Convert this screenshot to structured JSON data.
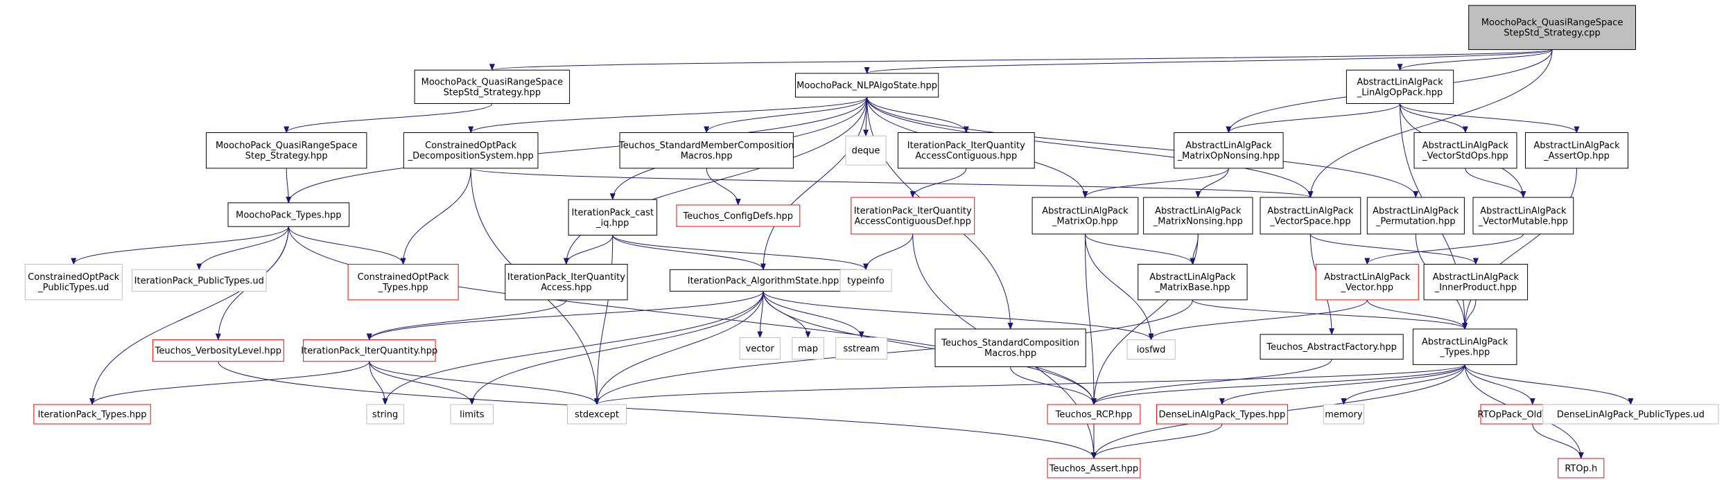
{
  "colors": {
    "edge": "#191970",
    "border_normal": "#000000",
    "border_missing": "#bfbfbf",
    "border_truncated": "#ff0000",
    "fill_root": "#bfbfbf",
    "fill_node": "#ffffff"
  },
  "nodes": [
    {
      "id": "root",
      "kind": "root",
      "lines": [
        "MoochoPack_QuasiRangeSpace",
        "StepStd_Strategy.cpp"
      ]
    },
    {
      "id": "qrs_std_hpp",
      "kind": "normal",
      "lines": [
        "MoochoPack_QuasiRangeSpace",
        "StepStd_Strategy.hpp"
      ]
    },
    {
      "id": "nlpalgostate",
      "kind": "normal",
      "lines": [
        "MoochoPack_NLPAlgoState.hpp"
      ]
    },
    {
      "id": "alg_linalgop",
      "kind": "normal",
      "lines": [
        "AbstractLinAlgPack",
        "_LinAlgOpPack.hpp"
      ]
    },
    {
      "id": "qrs_hpp",
      "kind": "normal",
      "lines": [
        "MoochoPack_QuasiRangeSpace",
        "Step_Strategy.hpp"
      ]
    },
    {
      "id": "copt_decomp",
      "kind": "normal",
      "lines": [
        "ConstrainedOptPack",
        "_DecompositionSystem.hpp"
      ]
    },
    {
      "id": "teuchos_smc",
      "kind": "normal",
      "lines": [
        "Teuchos_StandardMemberComposition",
        "Macros.hpp"
      ]
    },
    {
      "id": "deque",
      "kind": "missing",
      "lines": [
        "deque"
      ]
    },
    {
      "id": "ip_iq_ac",
      "kind": "normal",
      "lines": [
        "IterationPack_IterQuantity",
        "AccessContiguous.hpp"
      ]
    },
    {
      "id": "alg_matopnons",
      "kind": "normal",
      "lines": [
        "AbstractLinAlgPack",
        "_MatrixOpNonsing.hpp"
      ]
    },
    {
      "id": "alg_vecstdops",
      "kind": "normal",
      "lines": [
        "AbstractLinAlgPack",
        "_VectorStdOps.hpp"
      ]
    },
    {
      "id": "alg_assertop",
      "kind": "normal",
      "lines": [
        "AbstractLinAlgPack",
        "_AssertOp.hpp"
      ]
    },
    {
      "id": "moocho_types",
      "kind": "normal",
      "lines": [
        "MoochoPack_Types.hpp"
      ]
    },
    {
      "id": "ip_cast",
      "kind": "normal",
      "lines": [
        "IterationPack_cast",
        "_iq.hpp"
      ]
    },
    {
      "id": "teuchos_configdefs",
      "kind": "truncated",
      "lines": [
        "Teuchos_ConfigDefs.hpp"
      ]
    },
    {
      "id": "ip_iq_acdef",
      "kind": "truncated",
      "lines": [
        "IterationPack_IterQuantity",
        "AccessContiguousDef.hpp"
      ]
    },
    {
      "id": "alg_matop",
      "kind": "normal",
      "lines": [
        "AbstractLinAlgPack",
        "_MatrixOp.hpp"
      ]
    },
    {
      "id": "alg_matnons",
      "kind": "normal",
      "lines": [
        "AbstractLinAlgPack",
        "_MatrixNonsing.hpp"
      ]
    },
    {
      "id": "alg_vecspace",
      "kind": "normal",
      "lines": [
        "AbstractLinAlgPack",
        "_VectorSpace.hpp"
      ]
    },
    {
      "id": "alg_perm",
      "kind": "normal",
      "lines": [
        "AbstractLinAlgPack",
        "_Permutation.hpp"
      ]
    },
    {
      "id": "alg_vecmut",
      "kind": "normal",
      "lines": [
        "AbstractLinAlgPack",
        "_VectorMutable.hpp"
      ]
    },
    {
      "id": "copt_pubtypes",
      "kind": "missing",
      "lines": [
        "ConstrainedOptPack",
        "_PublicTypes.ud"
      ]
    },
    {
      "id": "ip_pubtypes",
      "kind": "missing",
      "lines": [
        "IterationPack_PublicTypes.ud"
      ]
    },
    {
      "id": "copt_types",
      "kind": "truncated",
      "lines": [
        "ConstrainedOptPack",
        "_Types.hpp"
      ]
    },
    {
      "id": "ip_iqaccess",
      "kind": "normal",
      "lines": [
        "IterationPack_IterQuantity",
        "Access.hpp"
      ]
    },
    {
      "id": "ip_algstate",
      "kind": "normal",
      "lines": [
        "IterationPack_AlgorithmState.hpp"
      ]
    },
    {
      "id": "typeinfo",
      "kind": "missing",
      "lines": [
        "typeinfo"
      ]
    },
    {
      "id": "alg_matbase",
      "kind": "normal",
      "lines": [
        "AbstractLinAlgPack",
        "_MatrixBase.hpp"
      ]
    },
    {
      "id": "alg_vector",
      "kind": "truncated",
      "lines": [
        "AbstractLinAlgPack",
        "_Vector.hpp"
      ]
    },
    {
      "id": "alg_innerprod",
      "kind": "normal",
      "lines": [
        "AbstractLinAlgPack",
        "_InnerProduct.hpp"
      ]
    },
    {
      "id": "teuchos_verb",
      "kind": "truncated",
      "lines": [
        "Teuchos_VerbosityLevel.hpp"
      ]
    },
    {
      "id": "ip_iterquantity",
      "kind": "truncated",
      "lines": [
        "IterationPack_IterQuantity.hpp"
      ]
    },
    {
      "id": "vector",
      "kind": "missing",
      "lines": [
        "vector"
      ]
    },
    {
      "id": "map",
      "kind": "missing",
      "lines": [
        "map"
      ]
    },
    {
      "id": "sstream",
      "kind": "missing",
      "lines": [
        "sstream"
      ]
    },
    {
      "id": "teuchos_scm",
      "kind": "normal",
      "lines": [
        "Teuchos_StandardComposition",
        "Macros.hpp"
      ]
    },
    {
      "id": "iosfwd",
      "kind": "missing",
      "lines": [
        "iosfwd"
      ]
    },
    {
      "id": "teuchos_absfact",
      "kind": "normal",
      "lines": [
        "Teuchos_AbstractFactory.hpp"
      ]
    },
    {
      "id": "alg_types",
      "kind": "normal",
      "lines": [
        "AbstractLinAlgPack",
        "_Types.hpp"
      ]
    },
    {
      "id": "ip_types",
      "kind": "truncated",
      "lines": [
        "IterationPack_Types.hpp"
      ]
    },
    {
      "id": "string",
      "kind": "missing",
      "lines": [
        "string"
      ]
    },
    {
      "id": "limits",
      "kind": "missing",
      "lines": [
        "limits"
      ]
    },
    {
      "id": "stdexcept",
      "kind": "missing",
      "lines": [
        "stdexcept"
      ]
    },
    {
      "id": "teuchos_rcp",
      "kind": "truncated",
      "lines": [
        "Teuchos_RCP.hpp"
      ]
    },
    {
      "id": "dense_types",
      "kind": "truncated",
      "lines": [
        "DenseLinAlgPack_Types.hpp"
      ]
    },
    {
      "id": "memory",
      "kind": "missing",
      "lines": [
        "memory"
      ]
    },
    {
      "id": "rtop_oldtypes",
      "kind": "truncated",
      "lines": [
        "RTOpPack_OldTypes.hpp"
      ]
    },
    {
      "id": "dense_pubtypes",
      "kind": "missing",
      "lines": [
        "DenseLinAlgPack_PublicTypes.ud"
      ]
    },
    {
      "id": "teuchos_assert",
      "kind": "truncated",
      "lines": [
        "Teuchos_Assert.hpp"
      ]
    },
    {
      "id": "rtop_h",
      "kind": "truncated",
      "lines": [
        "RTOp.h"
      ]
    }
  ],
  "edges": [
    [
      "root",
      "qrs_std_hpp"
    ],
    [
      "root",
      "nlpalgostate"
    ],
    [
      "root",
      "alg_matopnons"
    ],
    [
      "root",
      "alg_vecspace"
    ],
    [
      "root",
      "alg_linalgop"
    ],
    [
      "qrs_std_hpp",
      "qrs_hpp"
    ],
    [
      "qrs_hpp",
      "moocho_types"
    ],
    [
      "nlpalgostate",
      "moocho_types"
    ],
    [
      "nlpalgostate",
      "copt_decomp"
    ],
    [
      "nlpalgostate",
      "teuchos_smc"
    ],
    [
      "nlpalgostate",
      "deque"
    ],
    [
      "nlpalgostate",
      "ip_iq_ac"
    ],
    [
      "nlpalgostate",
      "ip_cast"
    ],
    [
      "nlpalgostate",
      "ip_iqaccess"
    ],
    [
      "nlpalgostate",
      "ip_algstate"
    ],
    [
      "nlpalgostate",
      "alg_matop"
    ],
    [
      "nlpalgostate",
      "alg_vecspace"
    ],
    [
      "nlpalgostate",
      "alg_perm"
    ],
    [
      "nlpalgostate",
      "teuchos_scm"
    ],
    [
      "alg_linalgop",
      "alg_matopnons"
    ],
    [
      "alg_linalgop",
      "alg_vecstdops"
    ],
    [
      "alg_linalgop",
      "alg_assertop"
    ],
    [
      "alg_linalgop",
      "alg_vecmut"
    ],
    [
      "alg_linalgop",
      "alg_types"
    ],
    [
      "copt_decomp",
      "copt_types"
    ],
    [
      "copt_decomp",
      "stdexcept"
    ],
    [
      "copt_decomp",
      "alg_vecspace"
    ],
    [
      "teuchos_smc",
      "teuchos_configdefs"
    ],
    [
      "ip_iq_ac",
      "ip_iq_acdef"
    ],
    [
      "ip_iq_acdef",
      "typeinfo"
    ],
    [
      "ip_iq_acdef",
      "teuchos_assert"
    ],
    [
      "alg_matopnons",
      "alg_matop"
    ],
    [
      "alg_matopnons",
      "alg_matnons"
    ],
    [
      "alg_vecstdops",
      "alg_vecmut"
    ],
    [
      "alg_assertop",
      "alg_types"
    ],
    [
      "moocho_types",
      "copt_pubtypes"
    ],
    [
      "moocho_types",
      "ip_pubtypes"
    ],
    [
      "moocho_types",
      "copt_types"
    ],
    [
      "moocho_types",
      "teuchos_verb"
    ],
    [
      "moocho_types",
      "ip_types"
    ],
    [
      "moocho_types",
      "teuchos_rcp"
    ],
    [
      "ip_cast",
      "ip_iqaccess"
    ],
    [
      "ip_cast",
      "ip_algstate"
    ],
    [
      "ip_cast",
      "typeinfo"
    ],
    [
      "ip_cast",
      "stdexcept"
    ],
    [
      "alg_matop",
      "alg_matbase"
    ],
    [
      "alg_matop",
      "iosfwd"
    ],
    [
      "alg_matop",
      "teuchos_rcp"
    ],
    [
      "alg_matnons",
      "alg_matbase"
    ],
    [
      "alg_matnons",
      "teuchos_rcp"
    ],
    [
      "alg_vecspace",
      "alg_innerprod"
    ],
    [
      "alg_vecspace",
      "teuchos_absfact"
    ],
    [
      "alg_perm",
      "alg_types"
    ],
    [
      "alg_vecmut",
      "alg_vector"
    ],
    [
      "ip_iqaccess",
      "ip_iterquantity"
    ],
    [
      "ip_algstate",
      "ip_iterquantity"
    ],
    [
      "ip_algstate",
      "vector"
    ],
    [
      "ip_algstate",
      "map"
    ],
    [
      "ip_algstate",
      "sstream"
    ],
    [
      "ip_algstate",
      "iosfwd"
    ],
    [
      "ip_algstate",
      "string"
    ],
    [
      "ip_algstate",
      "limits"
    ],
    [
      "ip_algstate",
      "stdexcept"
    ],
    [
      "ip_algstate",
      "teuchos_rcp"
    ],
    [
      "alg_matbase",
      "alg_types"
    ],
    [
      "alg_matbase",
      "stdexcept"
    ],
    [
      "alg_vector",
      "alg_types"
    ],
    [
      "alg_vector",
      "iosfwd"
    ],
    [
      "alg_innerprod",
      "alg_types"
    ],
    [
      "teuchos_verb",
      "teuchos_assert"
    ],
    [
      "ip_iterquantity",
      "ip_types"
    ],
    [
      "ip_iterquantity",
      "string"
    ],
    [
      "ip_iterquantity",
      "limits"
    ],
    [
      "ip_iterquantity",
      "stdexcept"
    ],
    [
      "teuchos_scm",
      "teuchos_rcp"
    ],
    [
      "teuchos_absfact",
      "teuchos_rcp"
    ],
    [
      "alg_types",
      "stdexcept"
    ],
    [
      "alg_types",
      "teuchos_rcp"
    ],
    [
      "alg_types",
      "dense_types"
    ],
    [
      "alg_types",
      "memory"
    ],
    [
      "alg_types",
      "rtop_oldtypes"
    ],
    [
      "alg_types",
      "dense_pubtypes"
    ],
    [
      "alg_types",
      "teuchos_assert"
    ],
    [
      "alg_types",
      "rtop_h"
    ],
    [
      "teuchos_rcp",
      "teuchos_assert"
    ],
    [
      "dense_types",
      "teuchos_assert"
    ],
    [
      "rtop_oldtypes",
      "rtop_h"
    ]
  ]
}
